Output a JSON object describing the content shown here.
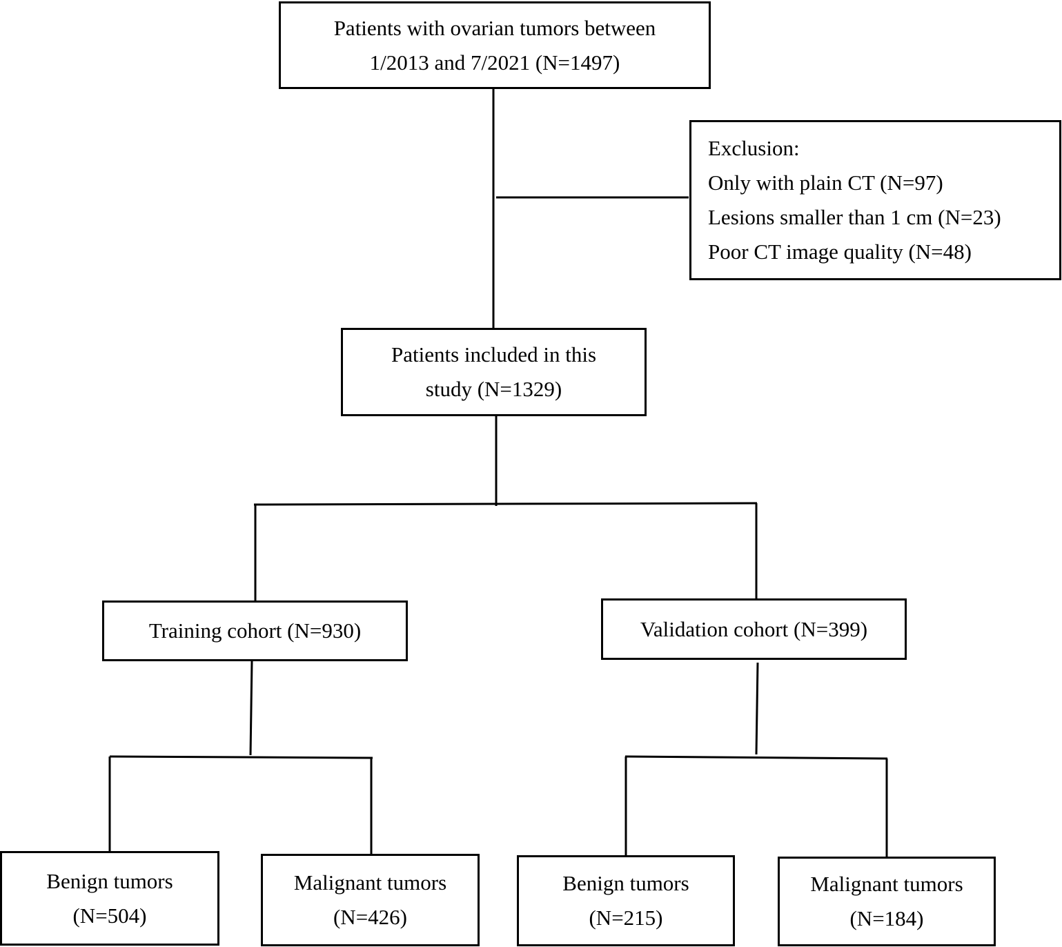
{
  "flowchart": {
    "source": {
      "line1": "Patients with ovarian tumors between",
      "line2": "1/2013 and 7/2021 (N=1497)"
    },
    "exclusion": {
      "title": "Exclusion:",
      "items": [
        "Only with plain CT (N=97)",
        "Lesions smaller than 1 cm (N=23)",
        "Poor CT image quality (N=48)"
      ]
    },
    "included": {
      "line1": "Patients included in this",
      "line2": "study (N=1329)"
    },
    "training": {
      "label": "Training cohort (N=930)"
    },
    "validation": {
      "label": "Validation cohort (N=399)"
    },
    "training_benign": {
      "line1": "Benign tumors",
      "line2": "(N=504)"
    },
    "training_malignant": {
      "line1": "Malignant tumors",
      "line2": "(N=426)"
    },
    "validation_benign": {
      "line1": "Benign tumors",
      "line2": "(N=215)"
    },
    "validation_malignant": {
      "line1": "Malignant tumors",
      "line2": "(N=184)"
    }
  }
}
